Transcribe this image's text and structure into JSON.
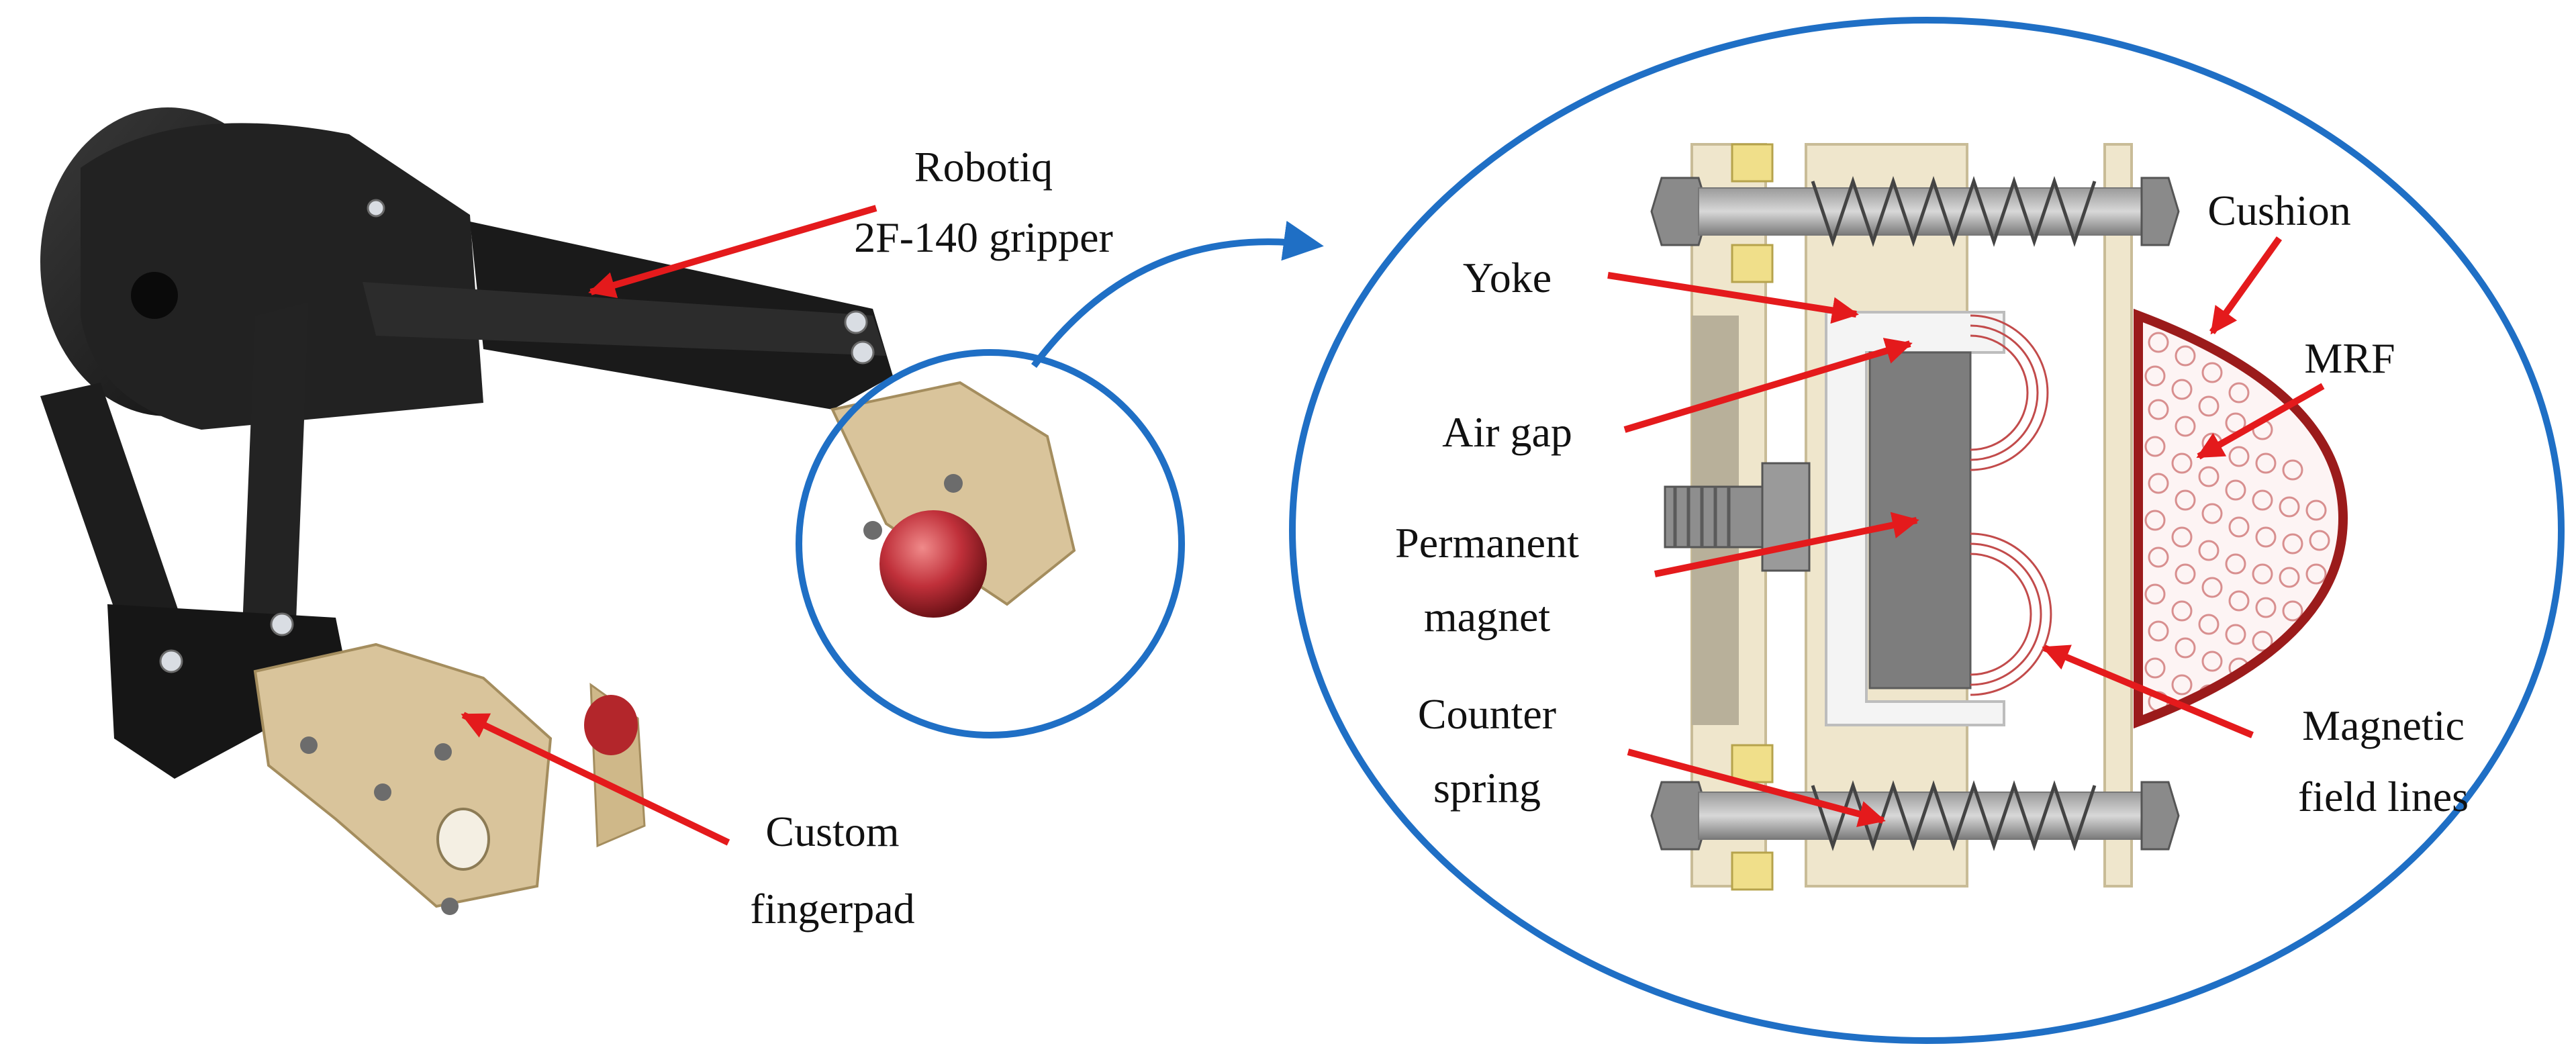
{
  "labels": {
    "gripper_line1": "Robotiq",
    "gripper_line2": "2F-140 gripper",
    "fingerpad_line1": "Custom",
    "fingerpad_line2": "fingerpad",
    "yoke": "Yoke",
    "air_gap": "Air gap",
    "magnet_line1": "Permanent",
    "magnet_line2": "magnet",
    "spring_line1": "Counter",
    "spring_line2": "spring",
    "cushion": "Cushion",
    "mrf": "MRF",
    "field_line1": "Magnetic",
    "field_line2": "field lines"
  },
  "colors": {
    "arrow": "#e41a1c",
    "callout": "#1f6fc5",
    "gripper_body": "#1c1c1c",
    "fingerpad": "#d9c49b",
    "frame": "#efe6cc",
    "cushion_edge": "#9b1b1b",
    "pad_ball": "#b3262b"
  }
}
